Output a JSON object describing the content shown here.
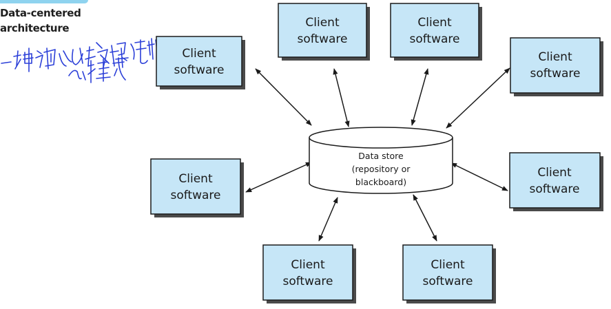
{
  "caption": {
    "line1": "Data-centered",
    "line2": "architecture"
  },
  "store": {
    "line1": "Data store",
    "line2": "(repository or",
    "line3": "blackboard)"
  },
  "clients": [
    {
      "line1": "Client",
      "line2": "software"
    },
    {
      "line1": "Client",
      "line2": "software"
    },
    {
      "line1": "Client",
      "line2": "software"
    },
    {
      "line1": "Client",
      "line2": "software"
    },
    {
      "line1": "Client",
      "line2": "software"
    },
    {
      "line1": "Client",
      "line2": "software"
    },
    {
      "line1": "Client",
      "line2": "software"
    },
    {
      "line1": "Client",
      "line2": "software"
    }
  ],
  "colors": {
    "box_fill": "#c6e6f7",
    "shadow": "#4a4a4a",
    "ink": "#1a1a1a",
    "handwriting": "#2b3fd8"
  }
}
